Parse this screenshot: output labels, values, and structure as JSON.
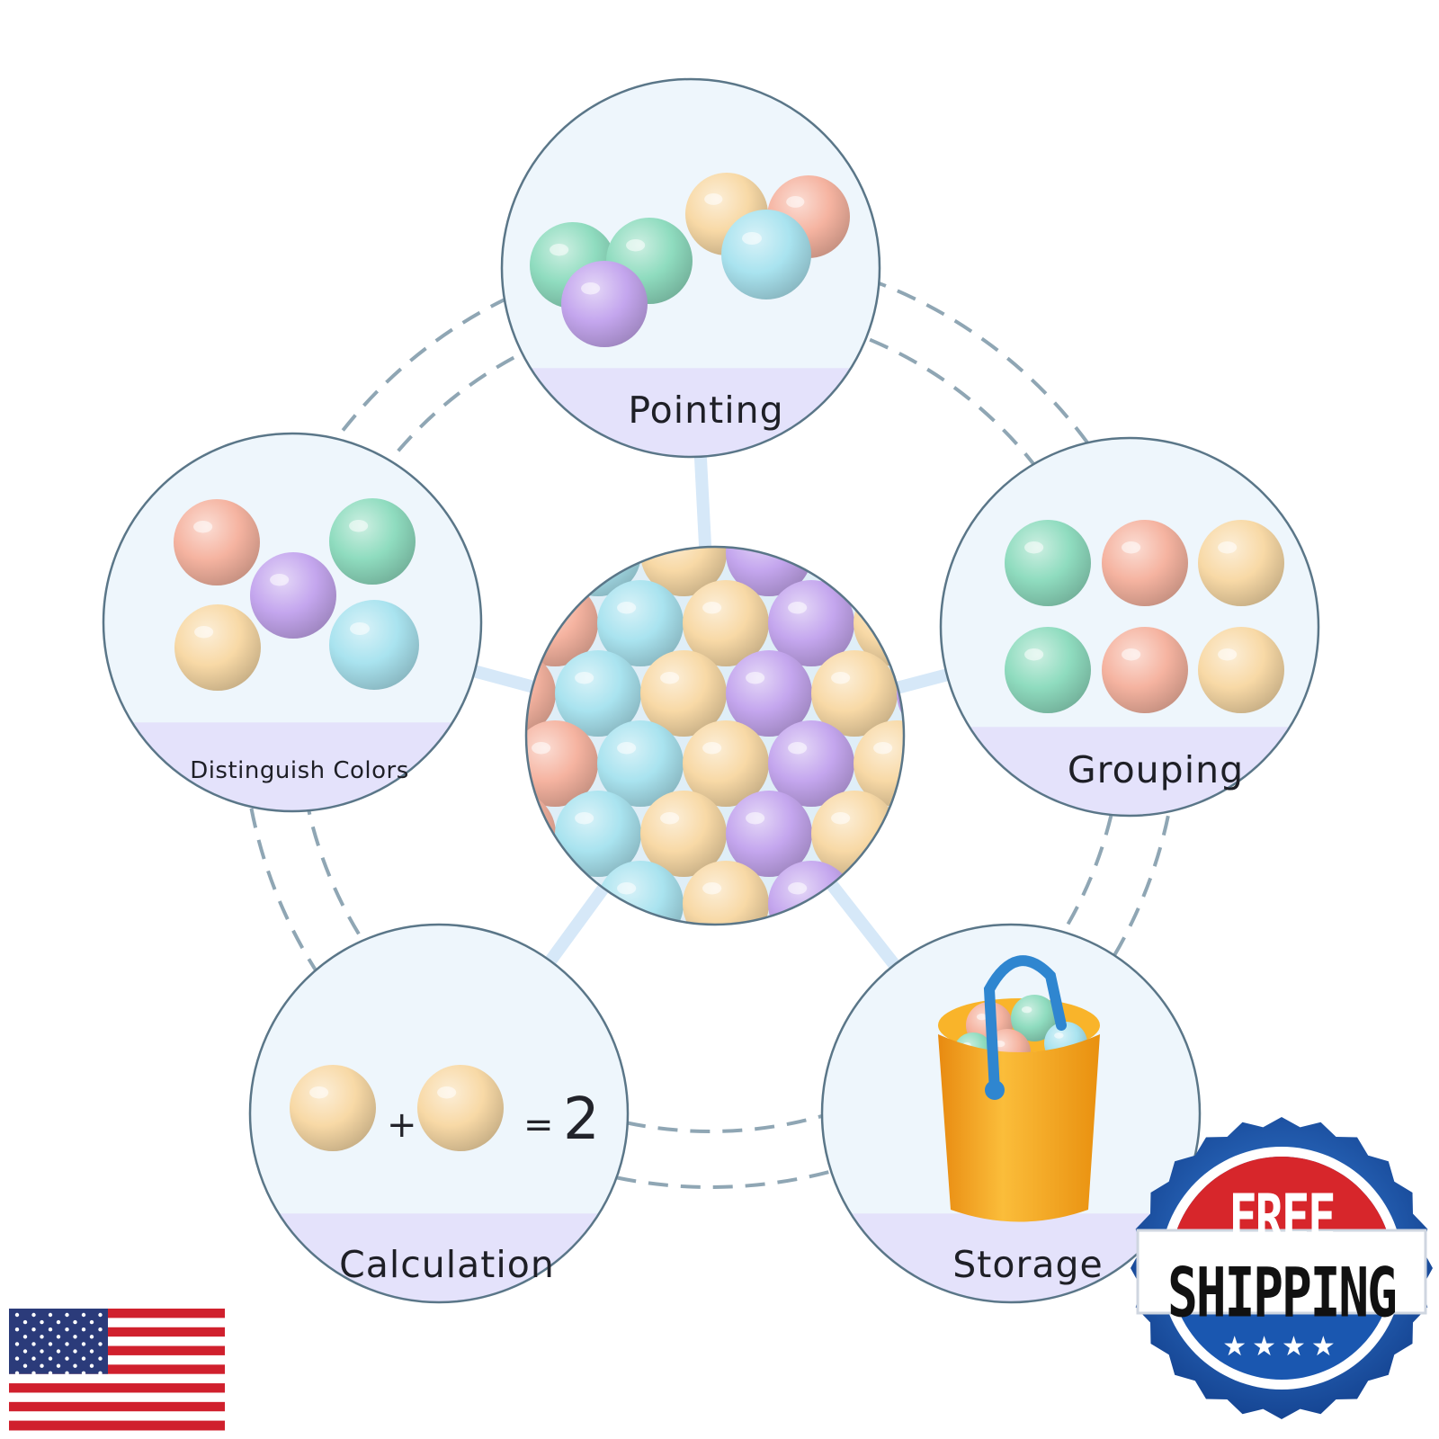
{
  "features": [
    {
      "id": "pointing",
      "label": "Pointing"
    },
    {
      "id": "distinguish-colors",
      "label": "Distinguish Colors"
    },
    {
      "id": "grouping",
      "label": "Grouping"
    },
    {
      "id": "calculation",
      "label": "Calculation"
    },
    {
      "id": "storage",
      "label": "Storage"
    }
  ],
  "calculation": {
    "plus": "+",
    "equals": "=",
    "result": "2"
  },
  "badge": {
    "line1": "FREE",
    "line2": "SHIPPING",
    "stars": "★★★★"
  },
  "flag": {
    "name": "us-flag-icon"
  },
  "colors": {
    "mint": "#8fdcbf",
    "peach": "#f5b3a0",
    "cream": "#f8d9a6",
    "lavender": "#c4a6ee",
    "sky": "#a9e3ef",
    "label_band": "#e4e2fb",
    "circle_bg": "#eef6fc",
    "circle_border": "#5a7688",
    "dash": "#8fa6b4",
    "spoke": "#d6e8f8",
    "bucket_orange": "#f7a51b",
    "bucket_handle": "#2f86d0",
    "badge_blue": "#1d5fb8",
    "badge_red": "#d7262b"
  }
}
